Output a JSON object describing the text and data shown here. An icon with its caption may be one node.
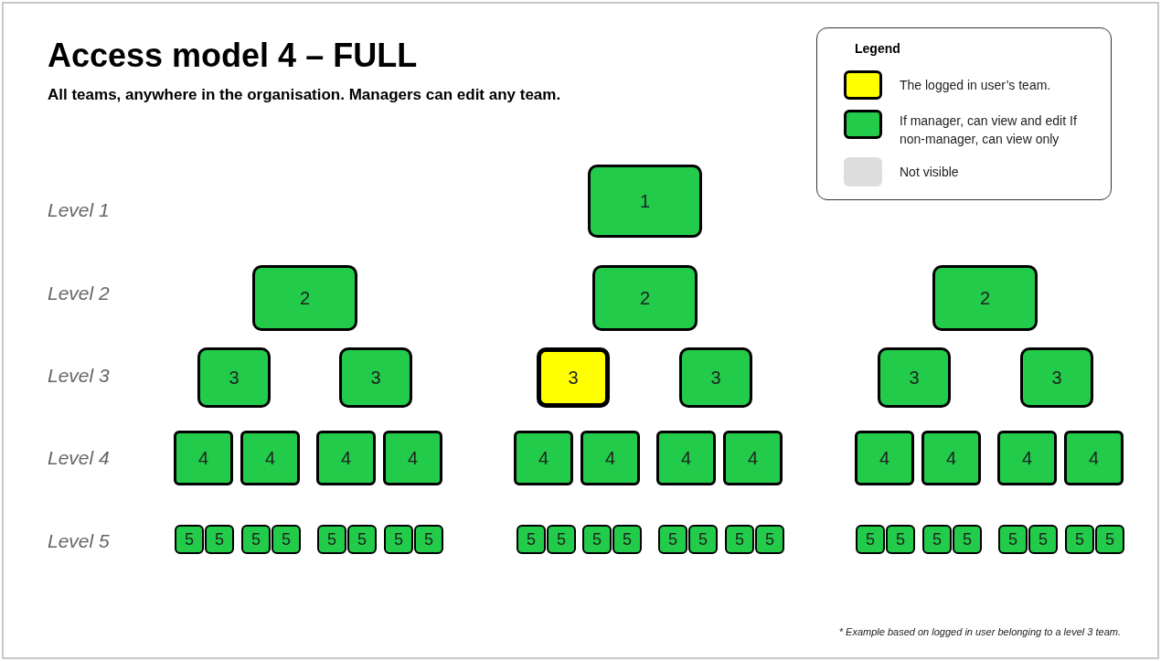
{
  "diagram": {
    "title": "Access model 4 – FULL",
    "nodes": [
      {
        "text": [
          "1"
        ]
      },
      {
        "text": [
          "2"
        ]
      },
      {
        "text": [
          "2"
        ]
      },
      {
        "text": [
          "2"
        ]
      },
      {
        "text": [
          "3"
        ]
      },
      {
        "text": [
          "3"
        ]
      },
      {
        "text": [
          "3"
        ]
      },
      {
        "text": [
          "3"
        ]
      },
      {
        "text": [
          "3"
        ]
      },
      {
        "text": [
          "3"
        ]
      },
      {
        "text": [
          "4"
        ]
      },
      {
        "text": [
          "4"
        ]
      },
      {
        "text": [
          "4"
        ]
      },
      {
        "text": [
          "4"
        ]
      },
      {
        "text": [
          "4"
        ]
      },
      {
        "text": [
          "4"
        ]
      },
      {
        "text": [
          "4"
        ]
      },
      {
        "text": [
          "4"
        ]
      },
      {
        "text": [
          "4"
        ]
      },
      {
        "text": [
          "4"
        ]
      },
      {
        "text": [
          "4"
        ]
      },
      {
        "text": [
          "4"
        ]
      },
      {
        "text": [
          "5"
        ]
      },
      {
        "text": [
          "5"
        ]
      },
      {
        "text": [
          "5"
        ]
      },
      {
        "text": [
          "5"
        ]
      },
      {
        "text": [
          "5"
        ]
      },
      {
        "text": [
          "5"
        ]
      },
      {
        "text": [
          "5"
        ]
      },
      {
        "text": [
          "5"
        ]
      },
      {
        "text": [
          "5"
        ]
      },
      {
        "text": [
          "5"
        ]
      },
      {
        "text": [
          "5"
        ]
      },
      {
        "text": [
          "5"
        ]
      },
      {
        "text": [
          "5"
        ]
      },
      {
        "text": [
          "5"
        ]
      },
      {
        "text": [
          "5"
        ]
      },
      {
        "text": [
          "5"
        ]
      },
      {
        "text": [
          "5"
        ]
      },
      {
        "text": [
          "5"
        ]
      },
      {
        "text": [
          "5"
        ]
      },
      {
        "text": [
          "5"
        ]
      },
      {
        "text": [
          "5"
        ]
      },
      {
        "text": [
          "5"
        ]
      },
      {
        "text": [
          "5"
        ]
      },
      {
        "text": [
          "5"
        ]
      }
    ],
    "labels": [
      "All teams, anywhere in the organisation. Managers can edit any team.",
      "Legend",
      "Level 1",
      "Level 2",
      "Level 3",
      "Level 4",
      "Level 5",
      "* Example based on logged in user belonging to a level 3 team."
    ],
    "legend": [
      {
        "text": "The logged in user’s team.",
        "color": "#ffff00"
      },
      {
        "text": "If manager, can view and edit If non-manager, can view only",
        "color": "#22cc4a"
      },
      {
        "text": "Not visible",
        "color": "#dddddd"
      }
    ]
  }
}
